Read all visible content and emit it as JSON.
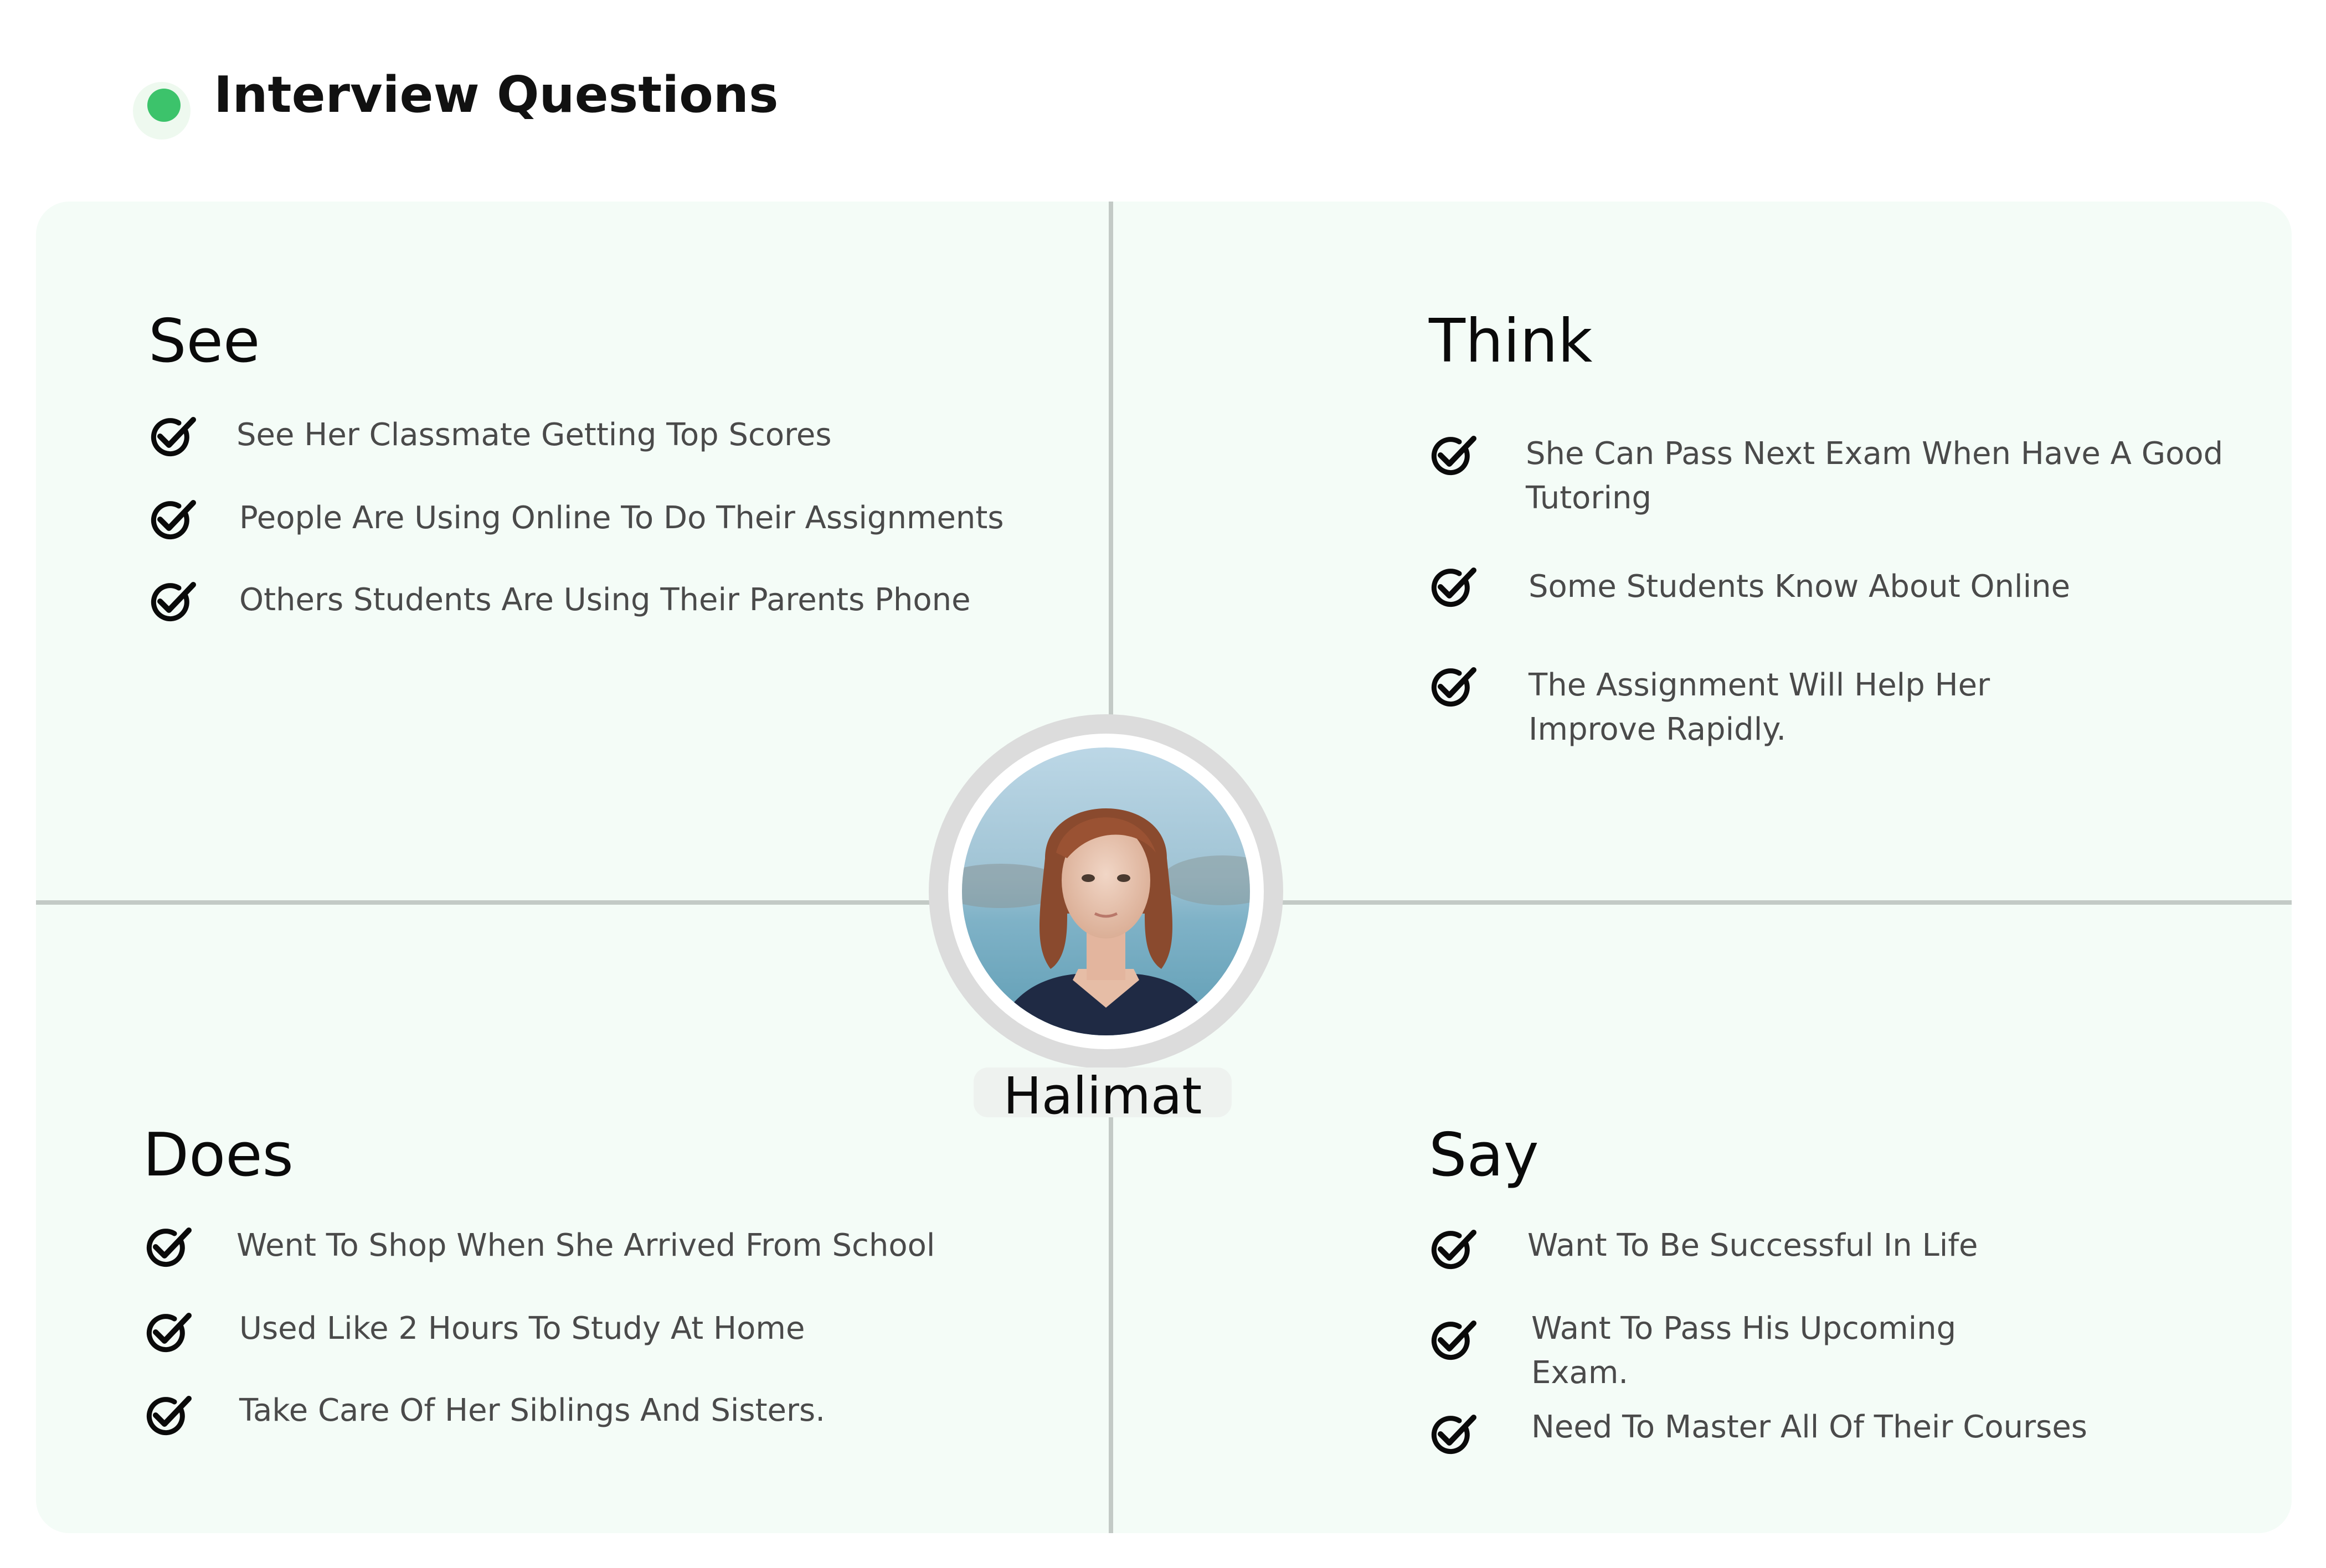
{
  "header": {
    "title": "Interview Questions",
    "dot_color": "#3cc36b"
  },
  "persona": {
    "name": "Halimat"
  },
  "quadrants": {
    "see": {
      "title": "See",
      "items": [
        "See Her Classmate Getting Top Scores",
        "People Are Using Online To Do Their Assignments",
        "Others Students Are Using Their Parents Phone"
      ]
    },
    "think": {
      "title": "Think",
      "items": [
        "She Can Pass Next Exam When Have A Good Tutoring",
        "Some Students Know About Online",
        "The Assignment Will Help Her Improve Rapidly."
      ]
    },
    "does": {
      "title": "Does",
      "items": [
        "Went To Shop When She Arrived From School",
        "Used Like 2 Hours To Study At Home",
        "Take Care Of Her Siblings And Sisters."
      ]
    },
    "say": {
      "title": "Say",
      "items": [
        "Want To Be Successful In Life",
        "Want To Pass His Upcoming Exam.",
        "Need To Master All Of Their Courses"
      ]
    }
  },
  "colors": {
    "canvas": "#f4fcf7",
    "divider": "#c3cac6",
    "text": "#4a4a4a"
  }
}
